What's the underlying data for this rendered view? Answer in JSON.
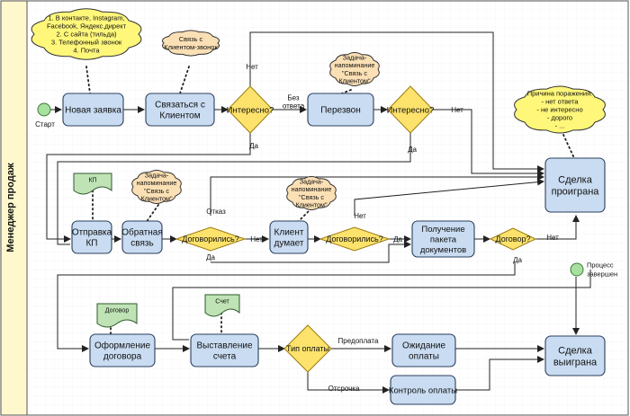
{
  "lane": {
    "title": "Менеджер продаж"
  },
  "colors": {
    "task_fill": "#c9dcf2",
    "task_stroke": "#2b3f5c",
    "gateway_fill": "#fde26b",
    "gateway_stroke": "#9a7d10",
    "cloud_fill": "#fff77a",
    "cloud_orange": "#fbe0b5",
    "event_fill": "#a8e0a0",
    "doc_fill": "#bfe3b5",
    "lane_fill": "#fff8cc",
    "grid": "#e2e2e2"
  },
  "events": {
    "start": "Старт",
    "end": [
      "Процесс",
      "завершен"
    ]
  },
  "tasks": {
    "new_lead": [
      "Новая заявка"
    ],
    "contact_client": [
      "Связаться с",
      "Клиентом"
    ],
    "recall": [
      "Перезвон"
    ],
    "send_offer": [
      "Отправка",
      "КП"
    ],
    "feedback": [
      "Обратная",
      "связь"
    ],
    "client_thinks": [
      "Клиент",
      "думает"
    ],
    "receive_docs": [
      "Получение",
      "пакета",
      "документов"
    ],
    "contract_prep": [
      "Оформление",
      "договора"
    ],
    "invoice": [
      "Выставление",
      "счета"
    ],
    "await_payment": [
      "Ожидание",
      "оплаты"
    ],
    "payment_control": [
      "Контроль оплаты"
    ],
    "deal_lost": [
      "Сделка",
      "проиграна"
    ],
    "deal_won": [
      "Сделка",
      "выиграна"
    ]
  },
  "gateways": {
    "interested1": "Интересно?",
    "interested2": "Интересно?",
    "agreed1": "Договорились?",
    "agreed2": "Договорились?",
    "contract": "Договор?",
    "payment_type": "Тип оплаты"
  },
  "documents": {
    "kp": "КП",
    "contract": "Договор",
    "invoice": "Счет"
  },
  "clouds": {
    "sources": [
      "1. В контакте, Instagram,",
      "Facebook, Яндекс.директ",
      "2. С сайта (тильда)",
      "3. Телефонный звонок",
      "4. Почта"
    ],
    "contact": [
      "Связь с",
      "Клиентом-звонок"
    ],
    "reminder1": [
      "Задача-",
      "напоминание",
      "\"Связь с",
      "Клиентом\""
    ],
    "reminder2": [
      "Задача-",
      "напоминание",
      "\"Связь с",
      "Клиентом\""
    ],
    "reminder3": [
      "Задача-",
      "напоминание",
      "\"Связь с",
      "Клиентом\""
    ],
    "loss_reasons": [
      "Причина поражения:",
      "- нет ответа",
      "- не интересно",
      "- дорого",
      "- ..."
    ]
  },
  "edge_labels": {
    "no1": "Нет",
    "no_answer": [
      "Без",
      "ответа"
    ],
    "no2": "Нет",
    "yes1": "Да",
    "yes2": "Да",
    "refusal": "Отказ",
    "no3": "Нет",
    "no4": "Нет",
    "yes3": "Да",
    "yes4": "Да",
    "no5": "Нет",
    "yes5": "Да",
    "prepay": "Предоплата",
    "deferred": "Отсрочка"
  }
}
